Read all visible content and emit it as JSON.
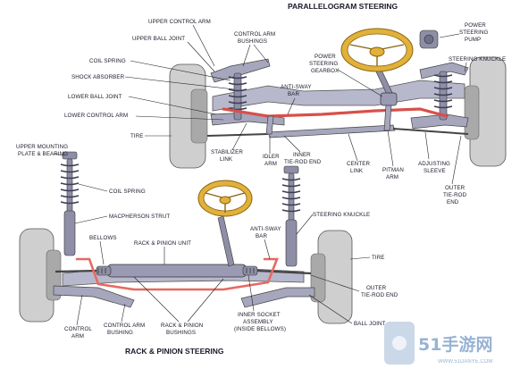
{
  "titles": {
    "top": "PARALLELOGRAM STEERING",
    "bottom": "RACK & PINION STEERING"
  },
  "labels_top": {
    "upper_control_arm": "UPPER CONTROL ARM",
    "upper_ball_joint": "UPPER BALL JOINT",
    "control_arm_bushings_1": "CONTROL ARM",
    "control_arm_bushings_2": "BUSHINGS",
    "coil_spring": "COIL SPRING",
    "shock_absorber": "SHOCK ABSORBER",
    "lower_ball_joint": "LOWER BALL JOINT",
    "lower_control_arm": "LOWER CONTROL ARM",
    "tire": "TIRE",
    "power_gearbox_1": "POWER",
    "power_gearbox_2": "STEERING",
    "power_gearbox_3": "GEARBOX",
    "anti_sway_1": "ANTI-SWAY",
    "anti_sway_2": "BAR",
    "power_pump_1": "POWER",
    "power_pump_2": "STEERING",
    "power_pump_3": "PUMP",
    "steering_knuckle": "STEERING KNUCKLE",
    "stabilizer_1": "STABILIZER",
    "stabilizer_2": "LINK",
    "idler_1": "IDLER",
    "idler_2": "ARM",
    "inner_tre_1": "INNER",
    "inner_tre_2": "TIE-ROD END",
    "center_link_1": "CENTER",
    "center_link_2": "LINK",
    "pitman_1": "PITMAN",
    "pitman_2": "ARM",
    "adjusting_1": "ADJUSTING",
    "adjusting_2": "SLEEVE",
    "outer_tre_1": "OUTER",
    "outer_tre_2": "TIE-ROD",
    "outer_tre_3": "END"
  },
  "labels_bottom": {
    "upper_mount_1": "UPPER MOUNTING",
    "upper_mount_2": "PLATE & BEARING",
    "coil_spring": "COIL SPRING",
    "macpherson": "MACPHERSON STRUT",
    "steering_knuckle": "STEERING KNUCKLE",
    "anti_sway_1": "ANTI-SWAY",
    "anti_sway_2": "BAR",
    "bellows": "BELLOWS",
    "rack_unit": "RACK & PINION UNIT",
    "tire": "TIRE",
    "outer_tre_1": "OUTER",
    "outer_tre_2": "TIE-ROD END",
    "control_arm_1": "CONTROL",
    "control_arm_2": "ARM",
    "ca_bushing_1": "CONTROL ARM",
    "ca_bushing_2": "BUSHING",
    "rp_bushings_1": "RACK & PINION",
    "rp_bushings_2": "BUSHINGS",
    "inner_socket_1": "INNER SOCKET",
    "inner_socket_2": "ASSEMBLY",
    "inner_socket_3": "(INSIDE BELLOWS)",
    "ball_joint": "BALL JOINT"
  },
  "watermark": {
    "brand": "51手游网",
    "url": "WWW.51DANYE.COM"
  },
  "colors": {
    "steering_wheel": "#e2b13a",
    "rods": "#d8504a",
    "frame": "#b8b8cc",
    "tire": "#cfcfcf",
    "text": "#1a1a2a"
  }
}
